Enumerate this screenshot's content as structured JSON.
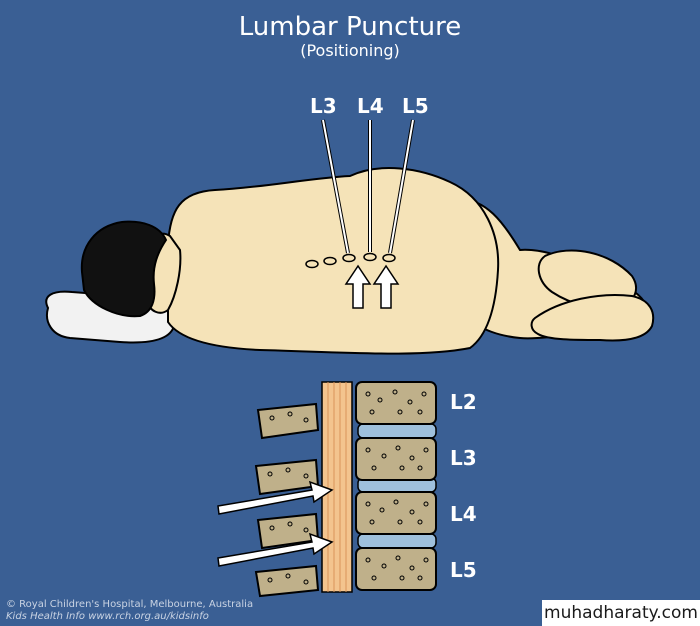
{
  "title": "Lumbar Puncture",
  "subtitle": "(Positioning)",
  "patient_labels": [
    "L3",
    "L4",
    "L5"
  ],
  "spine_labels": [
    "L2",
    "L3",
    "L4",
    "L5"
  ],
  "credit_line_1": "© Royal Children's Hospital, Melbourne, Australia",
  "credit_line_2": "Kids Health Info www.rch.org.au/kidsinfo",
  "watermark": "muhadharaty.com",
  "colors": {
    "background": "#3a5f94",
    "skin": "#f5e3b8",
    "hair": "#111111",
    "bone": "#bfb08a",
    "disc": "#9fc0dc",
    "cord": "#f3c48e"
  }
}
